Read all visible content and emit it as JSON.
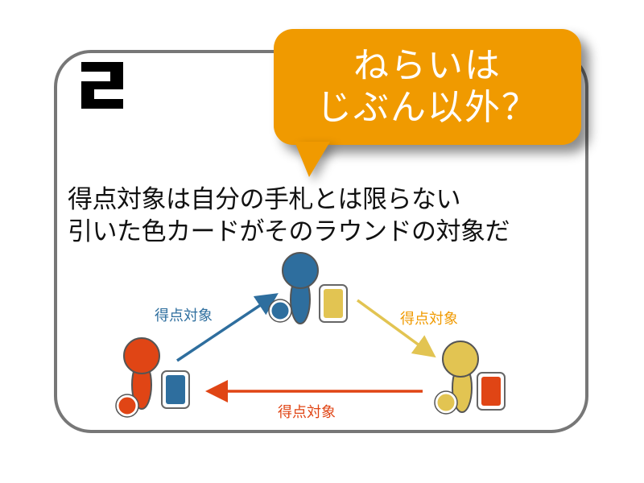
{
  "step": {
    "number": "2"
  },
  "callout": {
    "line1": "ねらいは",
    "line2": "じぶん以外？"
  },
  "description": {
    "line1": "得点対象は自分の手札とは限らない",
    "line2": "引いた色カードがそのラウンドの対象だ"
  },
  "colors": {
    "blue": "#2e6e9e",
    "yellow": "#e2c452",
    "red": "#e04515",
    "orange_callout": "#f09a00",
    "border_gray": "#777777",
    "label_orange": "#f09a00"
  },
  "players": [
    {
      "name": "blue-player",
      "color": "#2e6e9e",
      "card_color": "#e2c452"
    },
    {
      "name": "yellow-player",
      "color": "#e2c452",
      "card_color": "#e04515"
    },
    {
      "name": "red-player",
      "color": "#e04515",
      "card_color": "#2e6e9e"
    }
  ],
  "arrows": [
    {
      "from": "red-player",
      "to": "blue-player",
      "label": "得点対象"
    },
    {
      "from": "blue-player",
      "to": "yellow-player",
      "label": "得点対象"
    },
    {
      "from": "yellow-player",
      "to": "red-player",
      "label": "得点対象"
    }
  ]
}
